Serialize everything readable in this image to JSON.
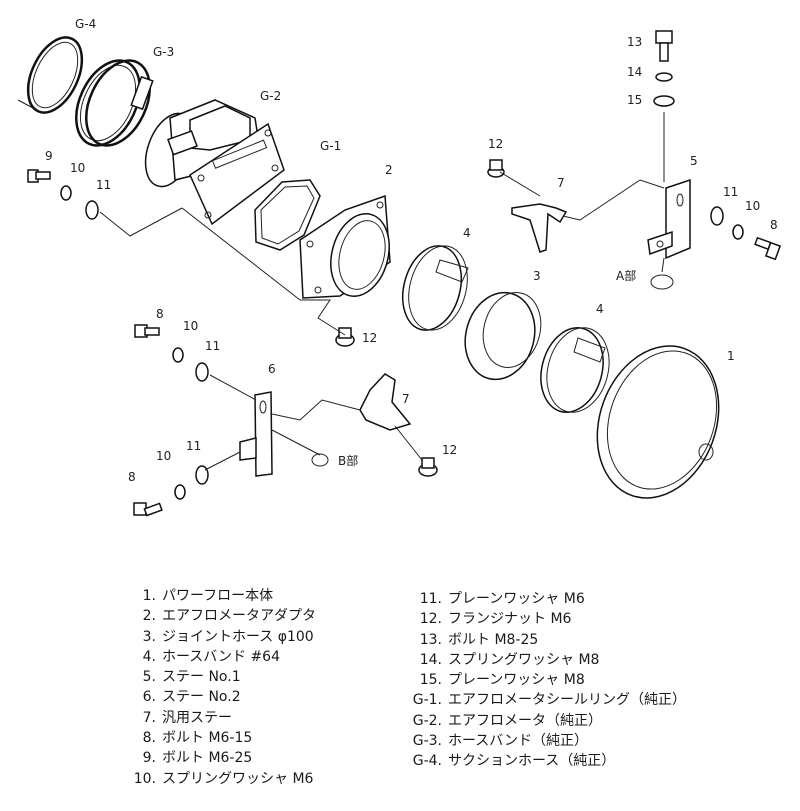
{
  "diagram": {
    "callouts": {
      "g4": "G-4",
      "g3": "G-3",
      "g2": "G-2",
      "g1": "G-1",
      "p1": "1",
      "p2": "2",
      "p3": "3",
      "p4a": "4",
      "p4b": "4",
      "p5": "5",
      "p6": "6",
      "p7a": "7",
      "p7b": "7",
      "p8a": "8",
      "p8b": "8",
      "p8c": "8",
      "p9": "9",
      "p10a": "10",
      "p10b": "10",
      "p10c": "10",
      "p10d": "10",
      "p11a": "11",
      "p11b": "11",
      "p11c": "11",
      "p11d": "11",
      "p12a": "12",
      "p12b": "12",
      "p12c": "12",
      "p13": "13",
      "p14": "14",
      "p15": "15"
    },
    "region_a": "A部",
    "region_b": "B部"
  },
  "legend": {
    "left": [
      {
        "num": "1.",
        "text": "パワーフロー本体"
      },
      {
        "num": "2.",
        "text": "エアフロメータアダプタ"
      },
      {
        "num": "3.",
        "text": "ジョイントホース φ100"
      },
      {
        "num": "4.",
        "text": "ホースバンド #64"
      },
      {
        "num": "5.",
        "text": "ステー No.1"
      },
      {
        "num": "6.",
        "text": "ステー No.2"
      },
      {
        "num": "7.",
        "text": "汎用ステー"
      },
      {
        "num": "8.",
        "text": "ボルト M6-15"
      },
      {
        "num": "9.",
        "text": "ボルト M6-25"
      },
      {
        "num": "10.",
        "text": "スプリングワッシャ M6"
      }
    ],
    "right": [
      {
        "num": "11.",
        "text": "プレーンワッシャ M6"
      },
      {
        "num": "12.",
        "text": "フランジナット M6"
      },
      {
        "num": "13.",
        "text": "ボルト M8-25"
      },
      {
        "num": "14.",
        "text": "スプリングワッシャ M8"
      },
      {
        "num": "15.",
        "text": "プレーンワッシャ M8"
      },
      {
        "num": "G-1.",
        "text": "エアフロメータシールリング（純正）"
      },
      {
        "num": "G-2.",
        "text": "エアフロメータ（純正）"
      },
      {
        "num": "G-3.",
        "text": "ホースバンド（純正）"
      },
      {
        "num": "G-4.",
        "text": "サクションホース（純正）"
      }
    ]
  }
}
